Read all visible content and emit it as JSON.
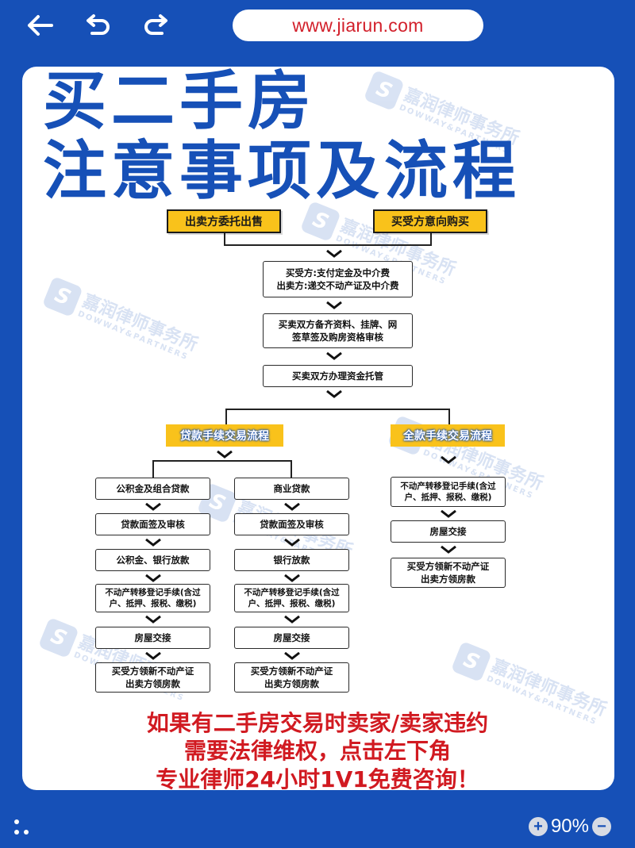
{
  "browser": {
    "url": "www.jiarun.com",
    "zoom": "90%",
    "zoom_in_symbol": "+",
    "zoom_out_symbol": "−"
  },
  "title": {
    "line1": "买二手房",
    "line2": "注意事项及流程"
  },
  "watermark": {
    "name": "嘉润律师事务所",
    "english": "DOWWAY&PARTNERS"
  },
  "flow": {
    "start_seller": "出卖方委托出售",
    "start_buyer": "买受方意向购买",
    "step1": {
      "line1": "买受方:支付定金及中介费",
      "line2": "出卖方:递交不动产证及中介费"
    },
    "step2": {
      "line1": "买卖双方备齐资料、挂牌、网",
      "line2": "签草签及购房资格审核"
    },
    "step3": "买卖双方办理资金托管",
    "loan_header": "贷款手续交易流程",
    "cash_header": "全款手续交易流程",
    "loan_a": {
      "s1": "公积金及组合贷款",
      "s2": "贷款面签及审核",
      "s3": "公积金、银行放款",
      "s4a": "不动产转移登记手续(含过",
      "s4b": "户、抵押、报税、缴税)",
      "s5": "房屋交接",
      "s6a": "买受方领新不动产证",
      "s6b": "出卖方领房款"
    },
    "loan_b": {
      "s1": "商业贷款",
      "s2": "贷款面签及审核",
      "s3": "银行放款",
      "s4a": "不动产转移登记手续(含过",
      "s4b": "户、抵押、报税、缴税)",
      "s5": "房屋交接",
      "s6a": "买受方领新不动产证",
      "s6b": "出卖方领房款"
    },
    "cash": {
      "s1a": "不动产转移登记手续(含过",
      "s1b": "户、抵押、报税、缴税)",
      "s2": "房屋交接",
      "s3a": "买受方领新不动产证",
      "s3b": "出卖方领房款"
    }
  },
  "cta": {
    "line1": "如果有二手房交易时卖家/卖家违约",
    "line2": "需要法律维权，点击左下角",
    "line3": "专业律师24小时1V1免费咨询！"
  },
  "colors": {
    "brand_blue": "#1650b7",
    "header_yellow": "#f9c21b",
    "cta_red": "#d11a21"
  },
  "icons": [
    "back-arrow-icon",
    "undo-icon",
    "redo-icon",
    "menu-dots-icon",
    "zoom-in-icon",
    "zoom-out-icon",
    "chevron-down-icon"
  ]
}
